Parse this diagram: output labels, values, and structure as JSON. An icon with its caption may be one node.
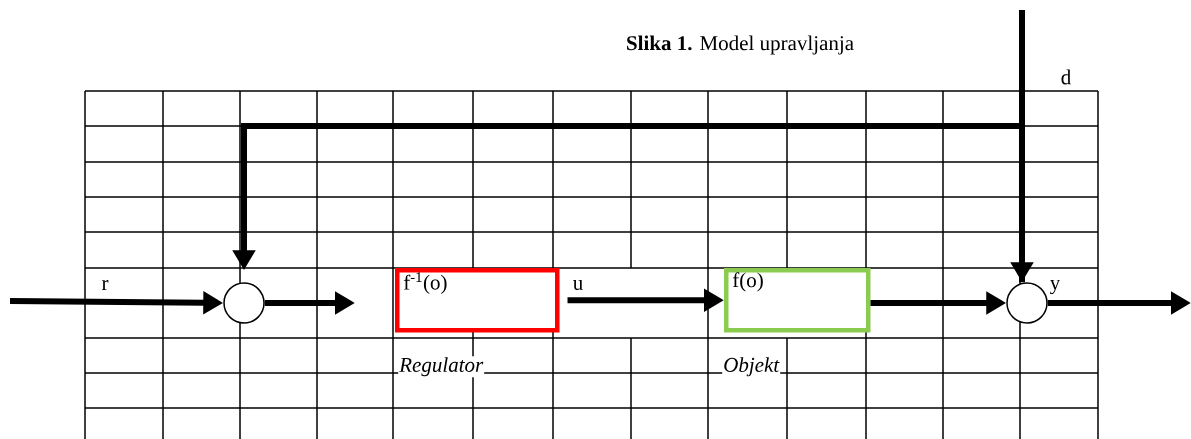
{
  "diagram": {
    "title": "**Slika 1.** Model upravljanja",
    "nodes": [
      {
        "text": [],
        "shape": "circle"
      },
      {
        "text": [
          "f$^{-1}$(o)"
        ],
        "beside": [
          "Regulator"
        ]
      },
      {
        "text": [
          "f(o)"
        ],
        "beside": [
          "Objekt"
        ]
      },
      {
        "text": [],
        "shape": "circle"
      }
    ],
    "edges": [
      {
        "from": null,
        "to": 0,
        "arrow": "to",
        "label": "r"
      },
      {
        "from": 0,
        "to": 1,
        "arrow": "to"
      },
      {
        "from": 1,
        "to": 2,
        "arrow": "to",
        "label": "u"
      },
      {
        "from": 2,
        "to": 3,
        "arrow": "to"
      },
      {
        "from": 3,
        "to": null,
        "arrow": "to",
        "label": "y"
      },
      {
        "from": null,
        "to": 3,
        "arrow": "to",
        "label": "d"
      },
      {
        "from": 3,
        "to": 0,
        "arrow": "to"
      }
    ]
  }
}
